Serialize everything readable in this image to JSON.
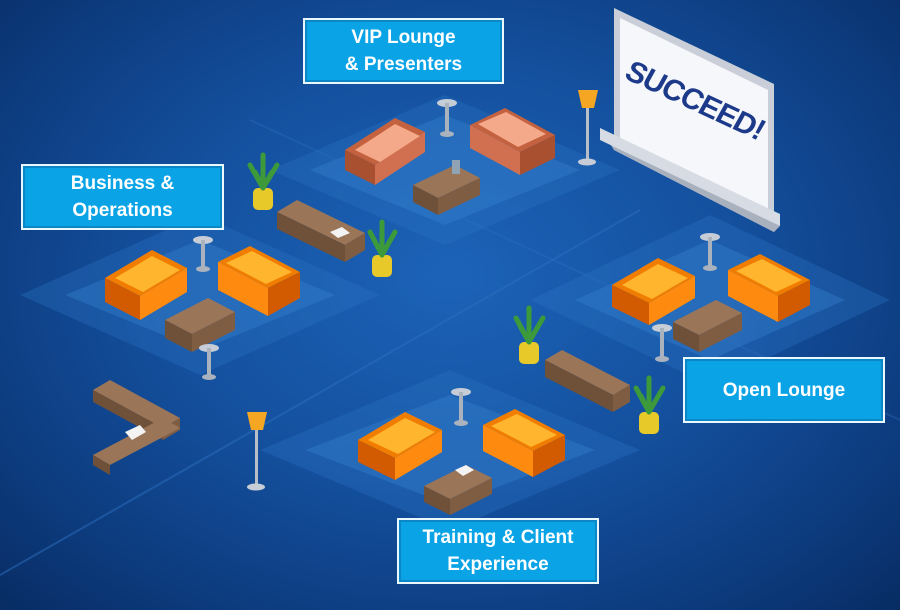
{
  "zones": {
    "vip": {
      "line1": "VIP Lounge",
      "line2": "& Presenters"
    },
    "business": {
      "line1": "Business &",
      "line2": "Operations"
    },
    "open": {
      "line1": "Open Lounge"
    },
    "training": {
      "line1": "Training & Client",
      "line2": "Experience"
    }
  },
  "screen": {
    "text": "SUCCEED!"
  },
  "colors": {
    "background": "#14509e",
    "label_bg": "#0aa3e6",
    "label_border": "#e9f7ff",
    "sofa_orange": "#ff8a00",
    "sofa_salmon": "#f2a384",
    "table_wood": "#8a6a4e",
    "screen_text": "#1d3a8a",
    "plant_pot": "#e8c92a"
  }
}
